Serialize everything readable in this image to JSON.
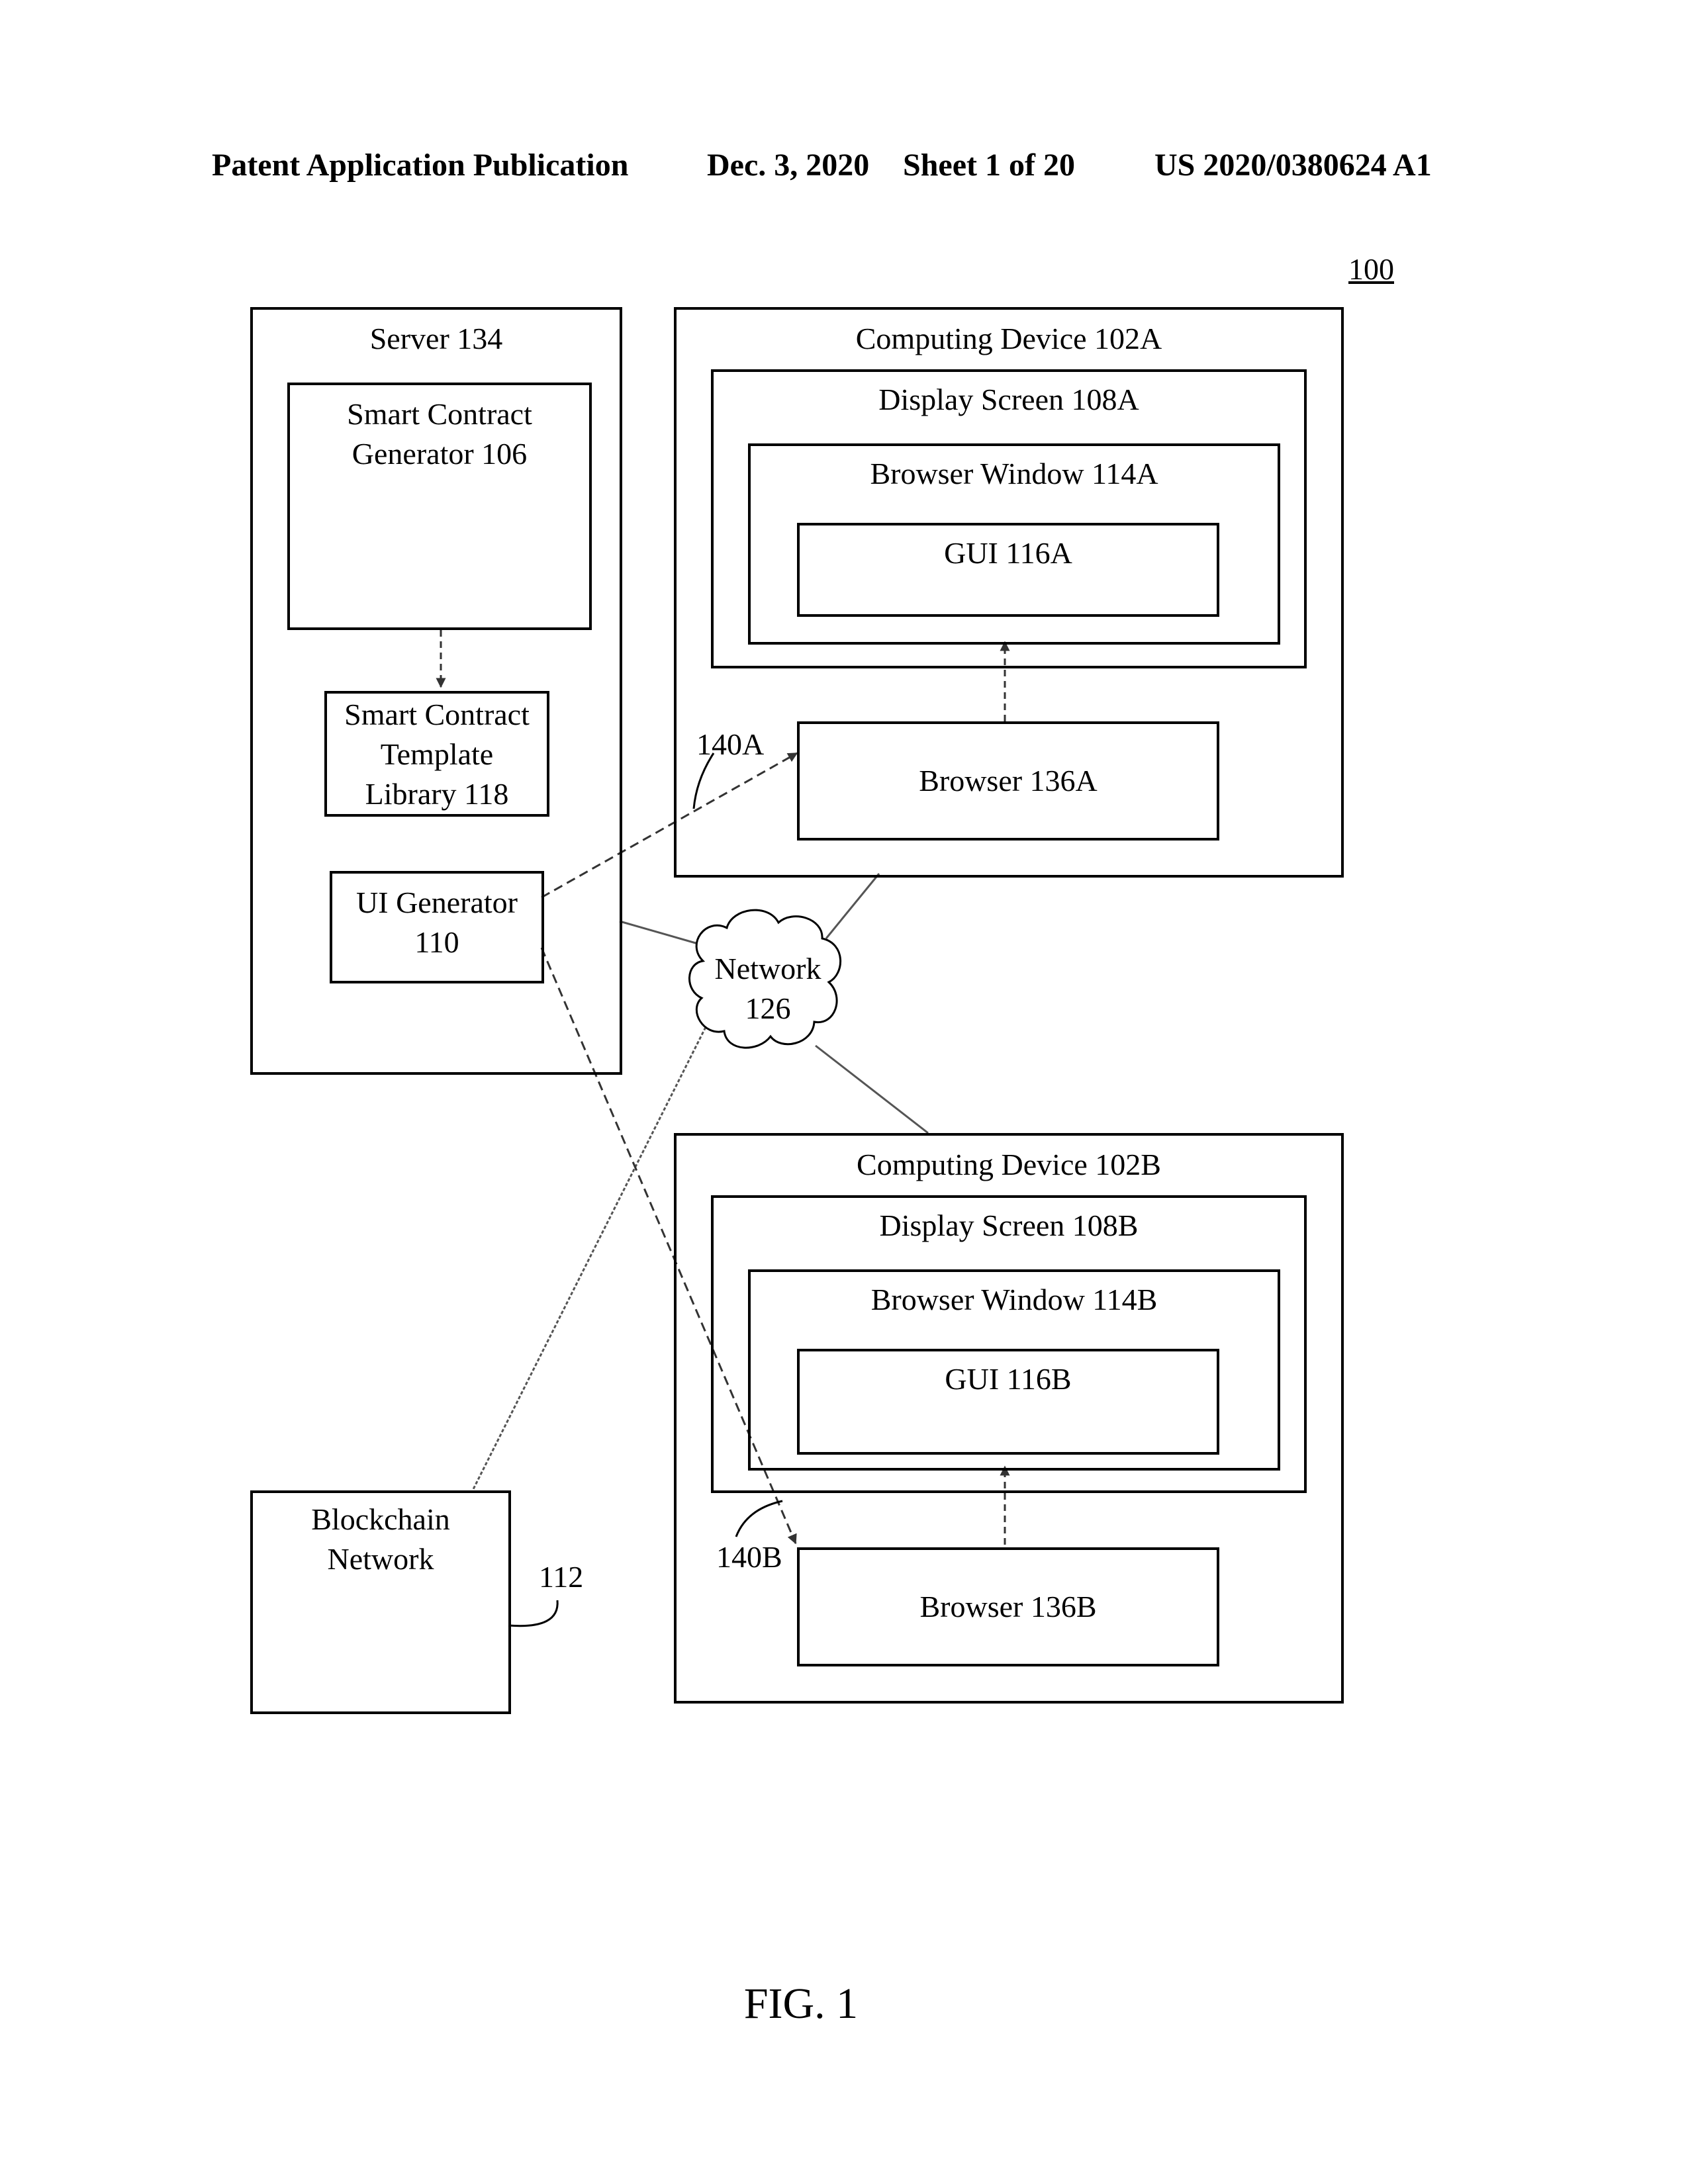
{
  "header": {
    "publication": "Patent Application Publication",
    "date": "Dec. 3, 2020",
    "sheet": "Sheet 1 of 20",
    "pub_number": "US 2020/0380624 A1"
  },
  "figure": {
    "ref": "100",
    "caption": "FIG. 1"
  },
  "server": {
    "title": "Server 134",
    "smart_contract_generator": "Smart Contract\nGenerator 106",
    "template_library": "Smart Contract\nTemplate\nLibrary 118",
    "ui_generator": "UI Generator\n110"
  },
  "network": {
    "label": "Network\n126"
  },
  "device_a": {
    "title": "Computing Device 102A",
    "display": "Display Screen 108A",
    "window": "Browser Window 114A",
    "gui": "GUI 116A",
    "browser": "Browser 136A",
    "link_ref": "140A"
  },
  "device_b": {
    "title": "Computing Device 102B",
    "display": "Display Screen 108B",
    "window": "Browser Window 114B",
    "gui": "GUI 116B",
    "browser": "Browser 136B",
    "link_ref": "140B"
  },
  "blockchain": {
    "label": "Blockchain\nNetwork",
    "ref": "112"
  }
}
